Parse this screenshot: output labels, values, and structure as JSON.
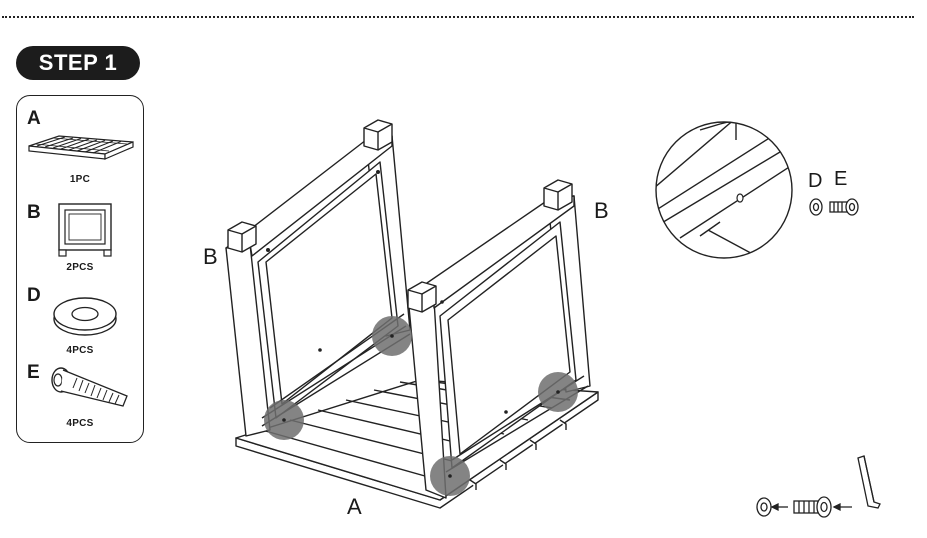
{
  "step_label": "STEP 1",
  "parts": [
    {
      "letter": "A",
      "qty": "1PC",
      "icon": "slatted-seat-panel-icon"
    },
    {
      "letter": "B",
      "qty": "2PCS",
      "icon": "side-frame-panel-icon"
    },
    {
      "letter": "D",
      "qty": "4PCS",
      "icon": "washer-icon"
    },
    {
      "letter": "E",
      "qty": "4PCS",
      "icon": "bolt-icon"
    }
  ],
  "callouts": {
    "frame_left": "B",
    "frame_right": "B",
    "seat": "A"
  },
  "detail_hardware": {
    "washer": "D",
    "bolt": "E"
  },
  "highlight_color": "#6e6e6e",
  "line_color": "#222222"
}
